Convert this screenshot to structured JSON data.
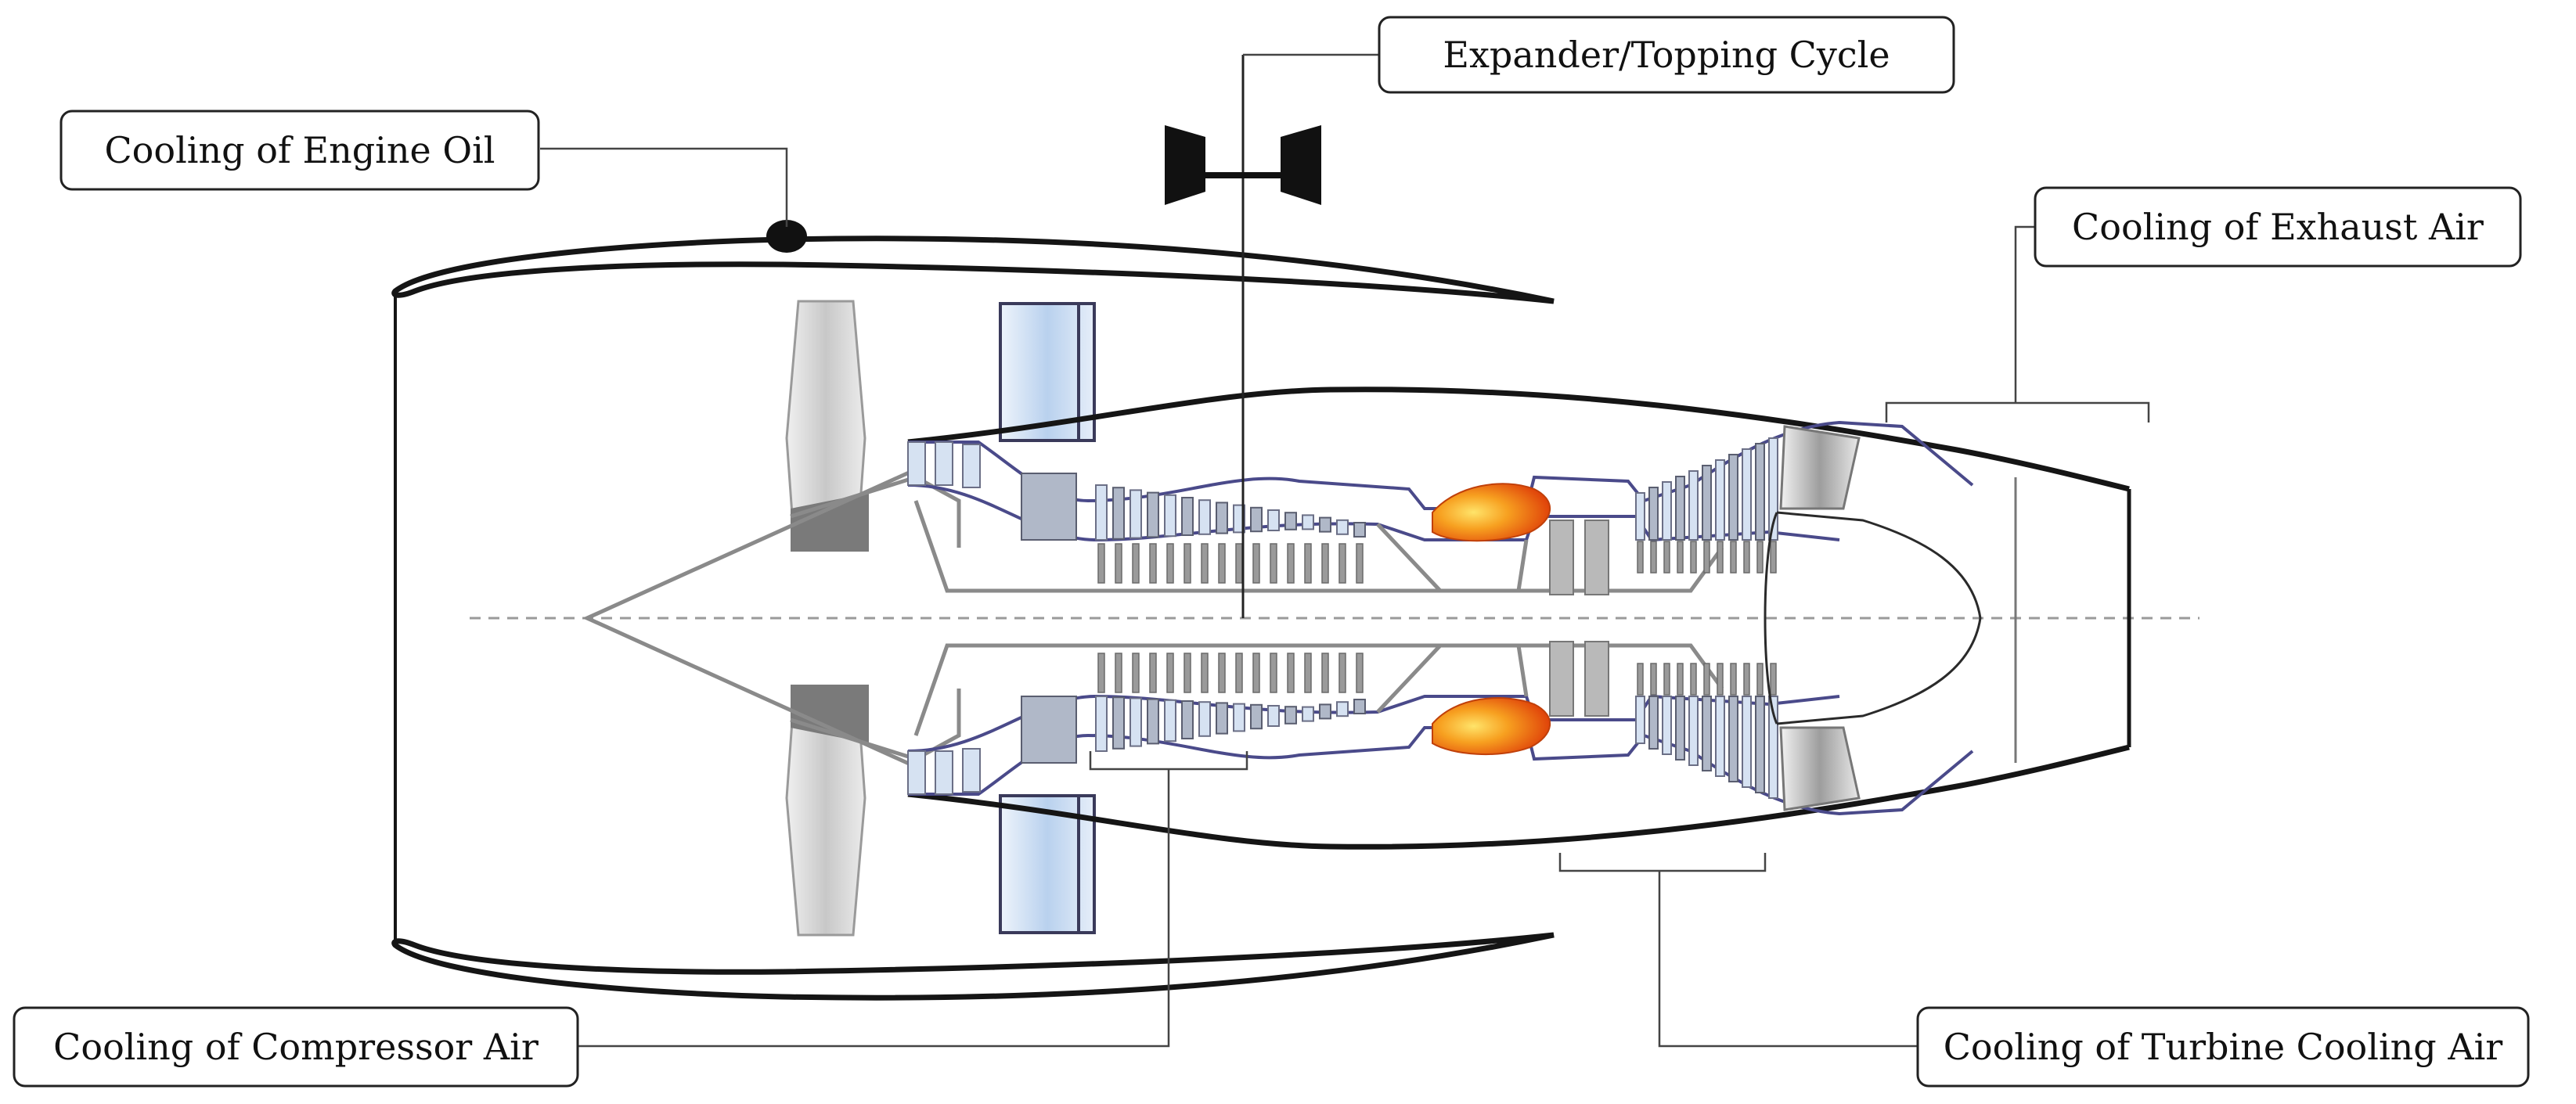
{
  "labels": {
    "expander_topping_cycle": "Expander/Topping Cycle",
    "cooling_engine_oil": "Cooling of Engine Oil",
    "cooling_exhaust_air": "Cooling of Exhaust Air",
    "cooling_compressor_air": "Cooling of Compressor Air",
    "cooling_turbine_cooling_air": "Cooling of Turbine Cooling Air"
  },
  "colors": {
    "outline": "#151515",
    "heat_exchanger": "#bcd3ef",
    "fan": "#d8d8d8",
    "combustion_flame": "#f07a10",
    "core_casing": "#4a4a8a"
  }
}
